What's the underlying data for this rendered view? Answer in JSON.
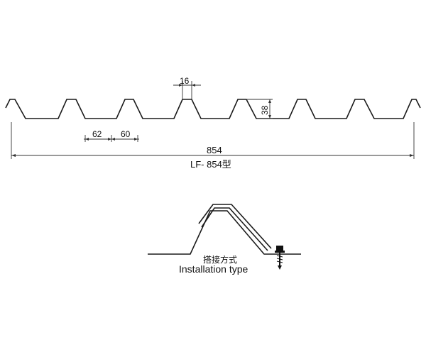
{
  "profile": {
    "dim_top_flange": "16",
    "dim_height": "38",
    "dim_rib_bottom": "62",
    "dim_rib_pitch": "60",
    "dim_cover_width": "854",
    "model_label": "LF- 854型"
  },
  "installation": {
    "title_cn": "搭接方式",
    "title_en": "Installation type"
  }
}
